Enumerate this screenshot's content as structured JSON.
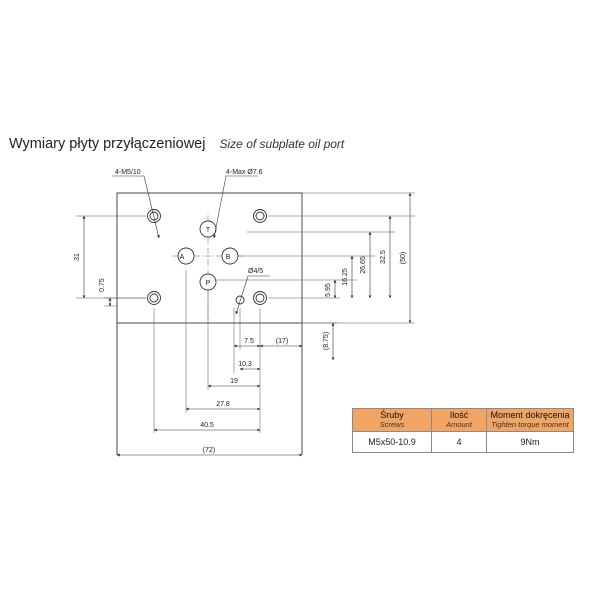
{
  "title": {
    "polish": "Wymiary płyty przyłączeniowej",
    "english": "Size of subplate oil port"
  },
  "callouts": {
    "screw_holes": "4-M5/10",
    "ports": "4-Max Ø7.6",
    "pin_hole": "Ø4/5"
  },
  "ports": {
    "t": "T",
    "a": "A",
    "b": "B",
    "p": "P"
  },
  "dimensions": {
    "d31": "31",
    "d075": "0.75",
    "d595": "5.95",
    "d1625": "16.25",
    "d2665": "26.65",
    "d325": "32.5",
    "d50": "(50)",
    "d875": "(8.75)",
    "d75": "7.5",
    "d17": "(17)",
    "d103": "10.3",
    "d19": "19",
    "d278": "27.8",
    "d405": "40.5",
    "d72": "(72)"
  },
  "table": {
    "headers": [
      {
        "pl": "Śruby",
        "en": "Screws"
      },
      {
        "pl": "Ilość",
        "en": "Amount"
      },
      {
        "pl": "Moment dokręcenia",
        "en": "Tighten torque moment"
      }
    ],
    "row": [
      "M5x50-10.9",
      "4",
      "9Nm"
    ]
  },
  "colors": {
    "header_fill": "#f2a462",
    "line": "#333333"
  }
}
